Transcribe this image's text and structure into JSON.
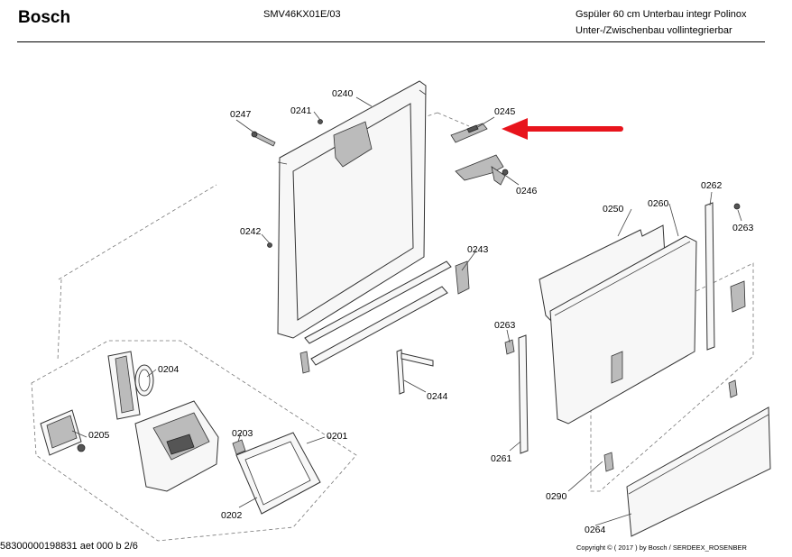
{
  "header": {
    "brand": "Bosch",
    "model": "SMV46KX01E/03",
    "desc_line1": "Gspüler 60 cm Unterbau integr Polinox",
    "desc_line2": "Unter-/Zwischenbau vollintegrierbar"
  },
  "parts": {
    "p0240": "0240",
    "p0241": "0241",
    "p0247": "0247",
    "p0245": "0245",
    "p0246": "0246",
    "p0242": "0242",
    "p0243": "0243",
    "p0244": "0244",
    "p0204": "0204",
    "p0205": "0205",
    "p0203": "0203",
    "p0201": "0201",
    "p0202": "0202",
    "p0250": "0250",
    "p0260": "0260",
    "p0262": "0262",
    "p0263a": "0263",
    "p0263b": "0263",
    "p0261": "0261",
    "p0290": "0290",
    "p0264": "0264"
  },
  "colors": {
    "arrow": "#e8141c"
  },
  "footer": {
    "left": "58300000198831 aet 000 b 2/6",
    "right": "Copyright © ( 2017 ) by Bosch  / SERDEEX_ROSENBER"
  }
}
